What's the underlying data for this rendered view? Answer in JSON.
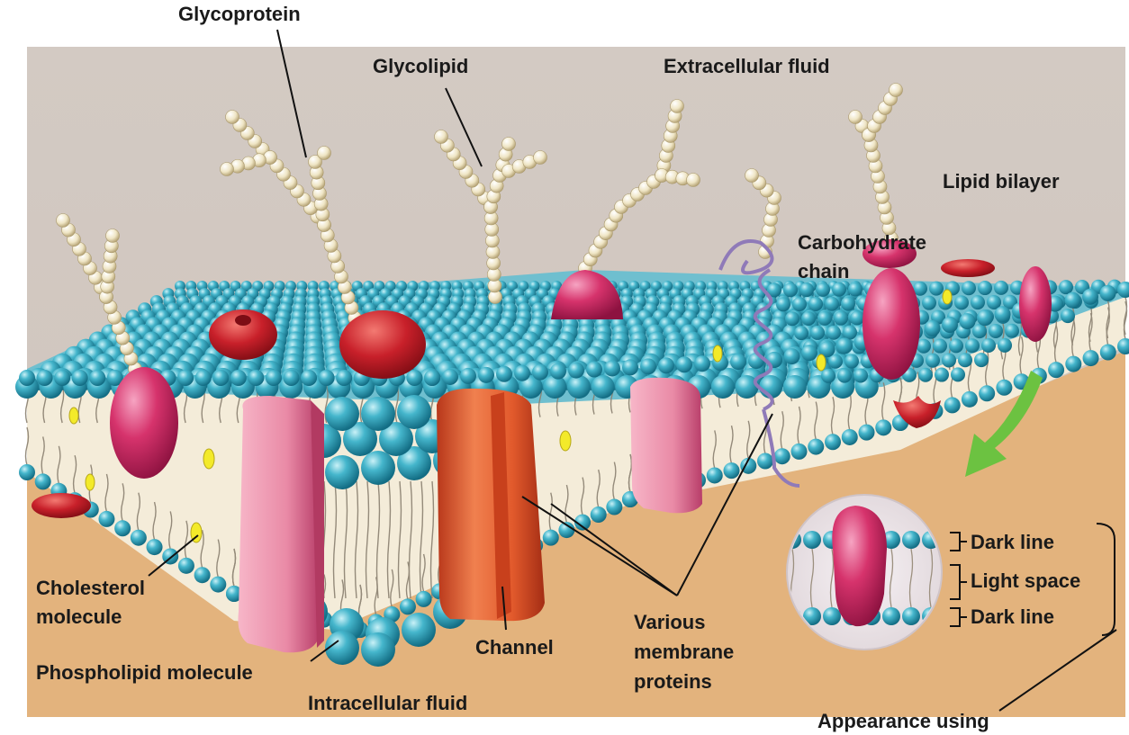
{
  "colors": {
    "extracellular": "#d6cdc6",
    "intracellular": "#e3b37d",
    "head": "#2f9fb5",
    "protein_pink": "#d23a6e",
    "protein_red": "#c4232c",
    "channel": "#e35a2c",
    "carbohydrate": "#efe6c8",
    "helix": "#9a86c0",
    "cholesterol": "#f3ea2a",
    "arrow": "#6cc241"
  },
  "labels": {
    "glycoprotein": "Glycoprotein",
    "glycolipid": "Glycolipid",
    "extracellular_fluid": "Extracellular fluid",
    "lipid_bilayer": "Lipid bilayer",
    "carbohydrate_chain_1": "Carbohydrate",
    "carbohydrate_chain_2": "chain",
    "cholesterol_1": "Cholesterol",
    "cholesterol_2": "molecule",
    "phospholipid": "Phospholipid molecule",
    "intracellular_fluid": "Intracellular fluid",
    "channel": "Channel",
    "membrane_proteins_1": "Various",
    "membrane_proteins_2": "membrane",
    "membrane_proteins_3": "proteins",
    "dark_line_top": "Dark line",
    "light_space": "Light space",
    "dark_line_bottom": "Dark line",
    "appearance": "Appearance using"
  }
}
